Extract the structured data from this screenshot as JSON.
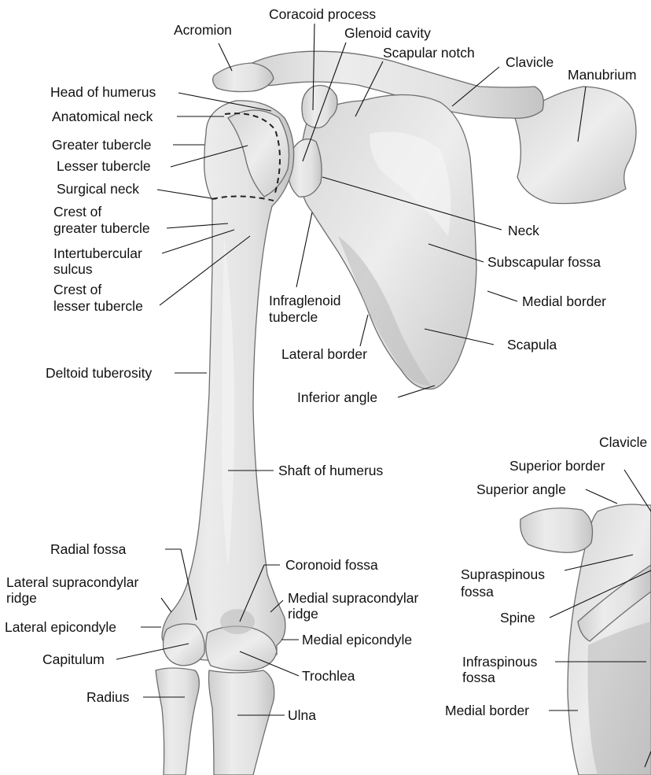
{
  "labels": {
    "acromion": "Acromion",
    "coracoid_process": "Coracoid process",
    "glenoid_cavity": "Glenoid cavity",
    "scapular_notch": "Scapular notch",
    "clavicle": "Clavicle",
    "manubrium": "Manubrium",
    "head_of_humerus": "Head of humerus",
    "anatomical_neck": "Anatomical neck",
    "greater_tubercle": "Greater tubercle",
    "lesser_tubercle": "Lesser tubercle",
    "surgical_neck": "Surgical neck",
    "crest_greater_1": "Crest of",
    "crest_greater_2": "greater tubercle",
    "intertubercular_1": "Intertubercular",
    "intertubercular_2": "sulcus",
    "crest_lesser_1": "Crest of",
    "crest_lesser_2": "lesser tubercle",
    "neck": "Neck",
    "subscapular_fossa": "Subscapular fossa",
    "infraglenoid_1": "Infraglenoid",
    "infraglenoid_2": "tubercle",
    "medial_border": "Medial border",
    "lateral_border": "Lateral border",
    "scapula": "Scapula",
    "inferior_angle": "Inferior angle",
    "deltoid_tuberosity": "Deltoid tuberosity",
    "shaft_of_humerus": "Shaft of humerus",
    "radial_fossa": "Radial fossa",
    "coronoid_fossa": "Coronoid fossa",
    "lateral_supracondylar_1": "Lateral supracondylar",
    "lateral_supracondylar_2": "ridge",
    "medial_supracondylar_1": "Medial supracondylar",
    "medial_supracondylar_2": "ridge",
    "lateral_epicondyle": "Lateral epicondyle",
    "medial_epicondyle": "Medial epicondyle",
    "capitulum": "Capitulum",
    "trochlea": "Trochlea",
    "radius": "Radius",
    "ulna": "Ulna",
    "inset_clavicle": "Clavicle",
    "superior_border": "Superior border",
    "superior_angle": "Superior angle",
    "supraspinous_1": "Supraspinous",
    "supraspinous_2": "fossa",
    "spine": "Spine",
    "infraspinous_1": "Infraspinous",
    "infraspinous_2": "fossa",
    "inset_medial_border": "Medial border"
  }
}
